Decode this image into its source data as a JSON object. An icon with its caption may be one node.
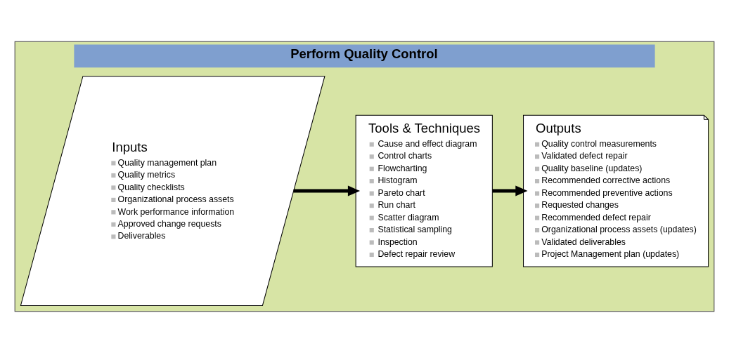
{
  "diagram": {
    "nodes": [
      {
        "text": [
          "Perform Quality Control"
        ]
      },
      {
        "text": [
          "Inputs",
          "Quality management plan",
          "Quality metrics",
          "Quality checklists",
          "Organizational process assets",
          "Work performance information",
          "Approved change requests",
          "Deliverables"
        ],
        "in": 0
      },
      {
        "text": [
          "Tools & Techniques",
          "Cause and effect diagram",
          "Control charts",
          "Flowcharting",
          "Histogram",
          "Pareto chart",
          "Run chart",
          "Scatter diagram",
          "Statistical sampling",
          "Inspection",
          "Defect repair review"
        ],
        "in": 0
      },
      {
        "text": [
          "Outputs",
          "Quality control measurements",
          "Validated defect repair",
          "Quality baseline (updates)",
          "Recommended corrective actions",
          "Recommended preventive actions",
          "Requested changes",
          "Recommended defect repair",
          "Organizational process assets (updates)",
          "Validated deliverables",
          "Project Management plan (updates)"
        ],
        "in": 0
      }
    ],
    "edges": [
      {
        "from": 1,
        "to": 2,
        "arrow": "to"
      },
      {
        "from": 2,
        "to": 3,
        "arrow": "to"
      }
    ]
  }
}
